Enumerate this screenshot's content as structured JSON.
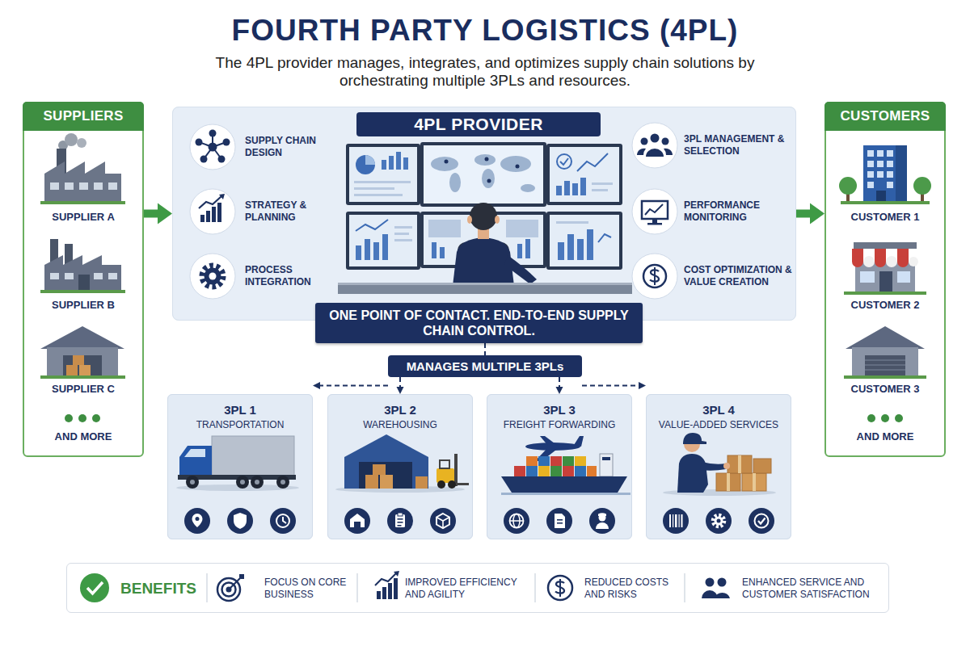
{
  "diagram": {
    "title": "FOURTH PARTY LOGISTICS (4PL)",
    "nodes": [
      {
        "text": [
          "SUPPLIERS"
        ]
      },
      {
        "text": [
          "4PL PROVIDER"
        ]
      },
      {
        "text": [
          "ONE POINT OF CONTACT. END-TO-END SUPPLY CHAIN CONTROL."
        ]
      },
      {
        "text": [
          "MANAGES MULTIPLE 3PLs"
        ]
      },
      {
        "text": [
          "3PL 1",
          "TRANSPORTATION"
        ]
      },
      {
        "text": [
          "3PL 2",
          "WAREHOUSING"
        ]
      },
      {
        "text": [
          "3PL 3",
          "FREIGHT FORWARDING"
        ]
      },
      {
        "text": [
          "3PL 4",
          "VALUE-ADDED SERVICES"
        ]
      },
      {
        "text": [
          "CUSTOMERS"
        ]
      },
      {
        "text": [
          "BENEFITS",
          "FOCUS ON CORE BUSINESS",
          "IMPROVED EFFICIENCY AND AGILITY",
          "REDUCED COSTS AND RISKS",
          "ENHANCED SERVICE AND CUSTOMER SATISFACTION"
        ]
      }
    ],
    "edges": [
      {
        "from": 0,
        "to": 1,
        "arrow": "to"
      },
      {
        "from": 1,
        "to": 8,
        "arrow": "to"
      },
      {
        "from": 2,
        "to": 3,
        "arrow": "none"
      },
      {
        "from": 3,
        "to": 4,
        "arrow": "to"
      },
      {
        "from": 3,
        "to": 5,
        "arrow": "to"
      },
      {
        "from": 3,
        "to": 6,
        "arrow": "to"
      },
      {
        "from": 3,
        "to": 7,
        "arrow": "to"
      }
    ],
    "labels": [
      "The 4PL provider manages, integrates, and optimizes supply chain solutions by orchestrating multiple 3PLs and resources.",
      "SUPPLY CHAIN DESIGN",
      "STRATEGY & PLANNING",
      "PROCESS INTEGRATION",
      "3PL MANAGEMENT & SELECTION",
      "PERFORMANCE MONITORING",
      "COST OPTIMIZATION & VALUE CREATION",
      "SUPPLIER A",
      "SUPPLIER B",
      "SUPPLIER C",
      "AND MORE",
      "CUSTOMER 1",
      "CUSTOMER 2",
      "CUSTOMER 3",
      "AND MORE"
    ]
  }
}
